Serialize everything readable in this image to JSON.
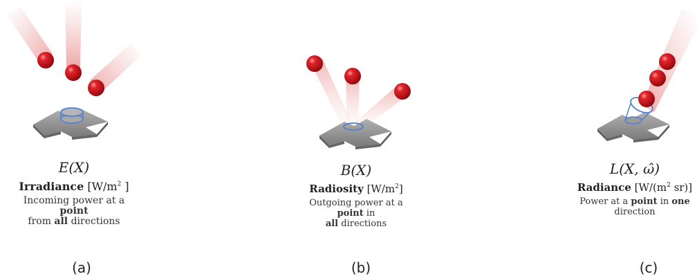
{
  "panels": [
    {
      "symbol": "E(X)",
      "title_bold": "Irradiance",
      "unit_prefix": "[W/m",
      "unit_sup": "2",
      "unit_suffix": " ]",
      "desc_lines": [
        [
          {
            "t": "Incoming power at a ",
            "b": false
          },
          {
            "t": "point",
            "b": true
          }
        ],
        [
          {
            "t": "from ",
            "b": false
          },
          {
            "t": "all",
            "b": true
          },
          {
            "t": " directions",
            "b": false
          }
        ]
      ],
      "caption": "(a)"
    },
    {
      "symbol": "B(X)",
      "title_bold": "Radiosity",
      "unit_prefix": "[W/m",
      "unit_sup": "2",
      "unit_suffix": "]",
      "desc_lines": [
        [
          {
            "t": "Outgoing power at a ",
            "b": false
          },
          {
            "t": "point",
            "b": true
          },
          {
            "t": " in",
            "b": false
          }
        ],
        [
          {
            "t": "all",
            "b": true
          },
          {
            "t": " directions",
            "b": false
          }
        ]
      ],
      "caption": "(b)"
    },
    {
      "symbol": "L(X, ω̂)",
      "title_bold": "Radiance",
      "unit_prefix": "[W/(m",
      "unit_sup": "2",
      "unit_suffix": " sr)]",
      "desc_lines": [
        [
          {
            "t": "Power at a ",
            "b": false
          },
          {
            "t": "point",
            "b": true
          },
          {
            "t": " in ",
            "b": false
          },
          {
            "t": "one",
            "b": true
          }
        ],
        [
          {
            "t": "direction",
            "b": false
          }
        ]
      ],
      "caption": "(c)"
    }
  ],
  "colors": {
    "sphere": "#c8141b",
    "sphere_highlight": "#ff8a8a",
    "beam": "#e07070",
    "plate": "#8a8a8a",
    "plate_edge": "#5e5e5e",
    "outline": "#4f7fd0"
  }
}
